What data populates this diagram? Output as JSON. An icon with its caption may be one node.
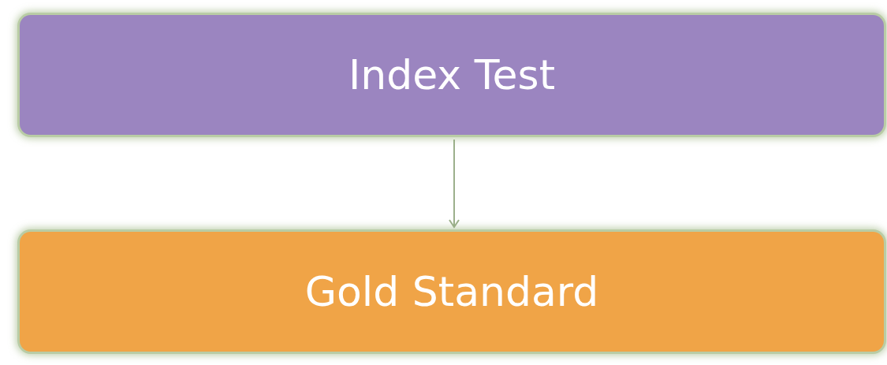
{
  "diagram": {
    "nodes": [
      {
        "text": [
          "Index Test"
        ]
      },
      {
        "text": [
          "Gold Standard"
        ]
      }
    ],
    "edges": [
      {
        "from": 0,
        "to": 1,
        "arrow": "to"
      }
    ]
  }
}
